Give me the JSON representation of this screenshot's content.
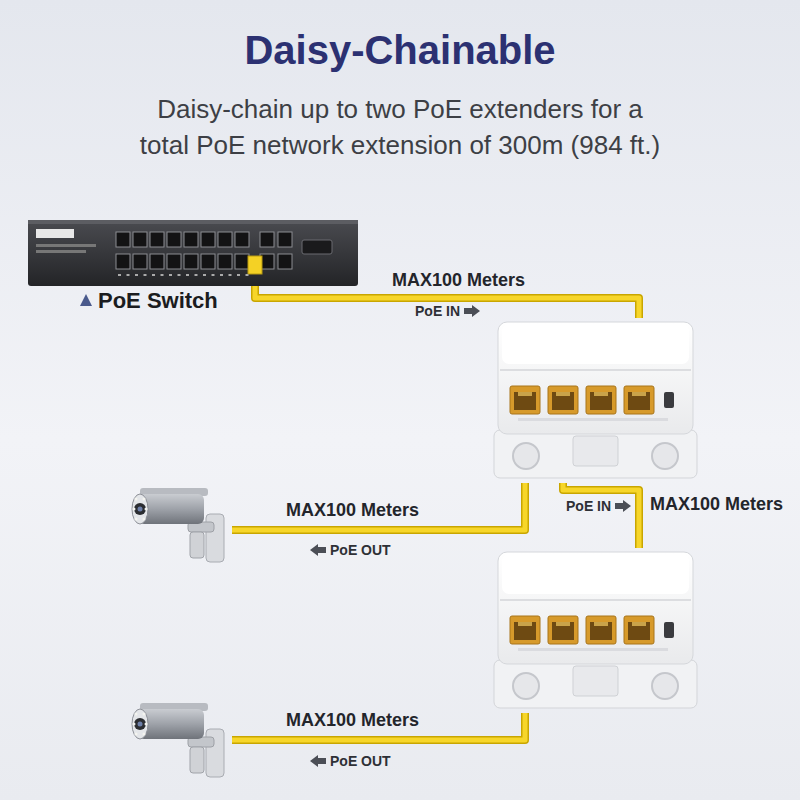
{
  "diagram": {
    "title": "Daisy-Chainable",
    "caption": "Daisy-chain up to two PoE extenders for a total PoE network extension of 300m (984 ft.)",
    "nodes": [
      {
        "text": [
          "PoE Switch"
        ]
      },
      {
        "text": []
      },
      {
        "text": []
      },
      {
        "text": []
      },
      {
        "text": []
      }
    ],
    "edges": [
      {
        "from": 0,
        "to": 1,
        "arrow": "none",
        "label": "MAX100 Meters"
      },
      {
        "from": 1,
        "to": 2,
        "arrow": "none",
        "label": "MAX100 Meters"
      },
      {
        "from": 1,
        "to": 3,
        "arrow": "none",
        "label": "MAX100 Meters"
      },
      {
        "from": 3,
        "to": 4,
        "arrow": "none",
        "label": "MAX100 Meters"
      }
    ],
    "labels": [
      "PoE IN",
      "PoE IN",
      "PoE OUT",
      "PoE OUT"
    ]
  }
}
